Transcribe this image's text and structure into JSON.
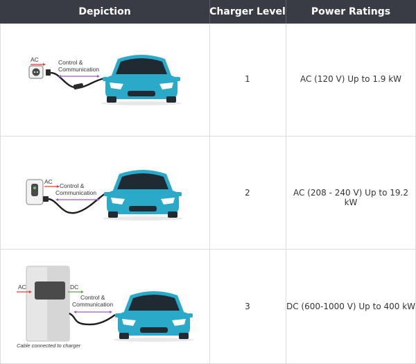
{
  "header": {
    "col1": "Depiction",
    "col2": "Charger Level",
    "col3": "Power Ratings"
  },
  "rows": [
    {
      "level": "1",
      "power": "AC (120 V) Up to 1.9 kW",
      "labels": {
        "ac": "AC",
        "control1": "Control &",
        "control2": "Communication"
      }
    },
    {
      "level": "2",
      "power": "AC (208 - 240 V) Up to 19.2 kW",
      "labels": {
        "ac": "AC",
        "control1": "Control &",
        "control2": "Communication"
      }
    },
    {
      "level": "3",
      "power": "DC (600-1000 V) Up to 400 kW",
      "labels": {
        "ac": "AC",
        "dc": "DC",
        "control1": "Control &",
        "control2": "Communication",
        "caption": "Cable connected to charger"
      }
    }
  ],
  "colors": {
    "header_bg": "#3a3c45",
    "car_body": "#2aa9c9",
    "car_dark": "#1f2a33",
    "ac_arrow": "#e03a3a",
    "dc_arrow": "#5aa845",
    "comm_arrow": "#9b59c9"
  },
  "icons": [
    "wall-socket-icon",
    "wall-charger-icon",
    "dc-fast-charger-icon",
    "electric-car-icon"
  ]
}
